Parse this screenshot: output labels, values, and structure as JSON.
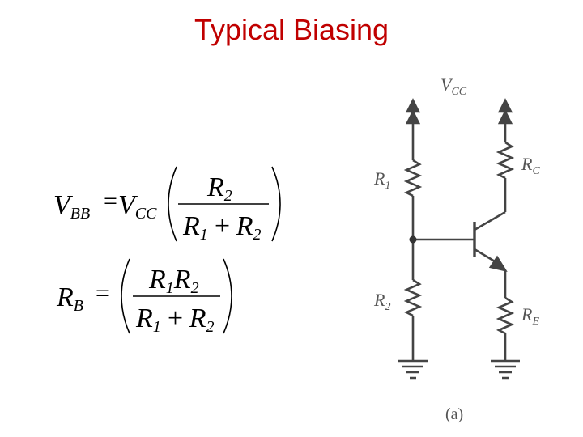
{
  "slide": {
    "title": "Typical Biasing"
  },
  "equation_vbb": {
    "lhs_main": "V",
    "lhs_sub": "BB",
    "equals": "=",
    "rhs_main": "V",
    "rhs_sub": "CC",
    "num_main": "R",
    "num_sub": "2",
    "den_a_main": "R",
    "den_a_sub": "1",
    "plus": "+",
    "den_b_main": "R",
    "den_b_sub": "2"
  },
  "equation_rb": {
    "lhs_main": "R",
    "lhs_sub": "B",
    "equals": "=",
    "num_a_main": "R",
    "num_a_sub": "1",
    "num_b_main": "R",
    "num_b_sub": "2",
    "den_a_main": "R",
    "den_a_sub": "1",
    "plus": "+",
    "den_b_main": "R",
    "den_b_sub": "2"
  },
  "circuit": {
    "vcc_main": "V",
    "vcc_sub": "CC",
    "r1_main": "R",
    "r1_sub": "1",
    "r2_main": "R",
    "r2_sub": "2",
    "rc_main": "R",
    "rc_sub": "C",
    "re_main": "R",
    "re_sub": "E",
    "caption": "(a)"
  }
}
